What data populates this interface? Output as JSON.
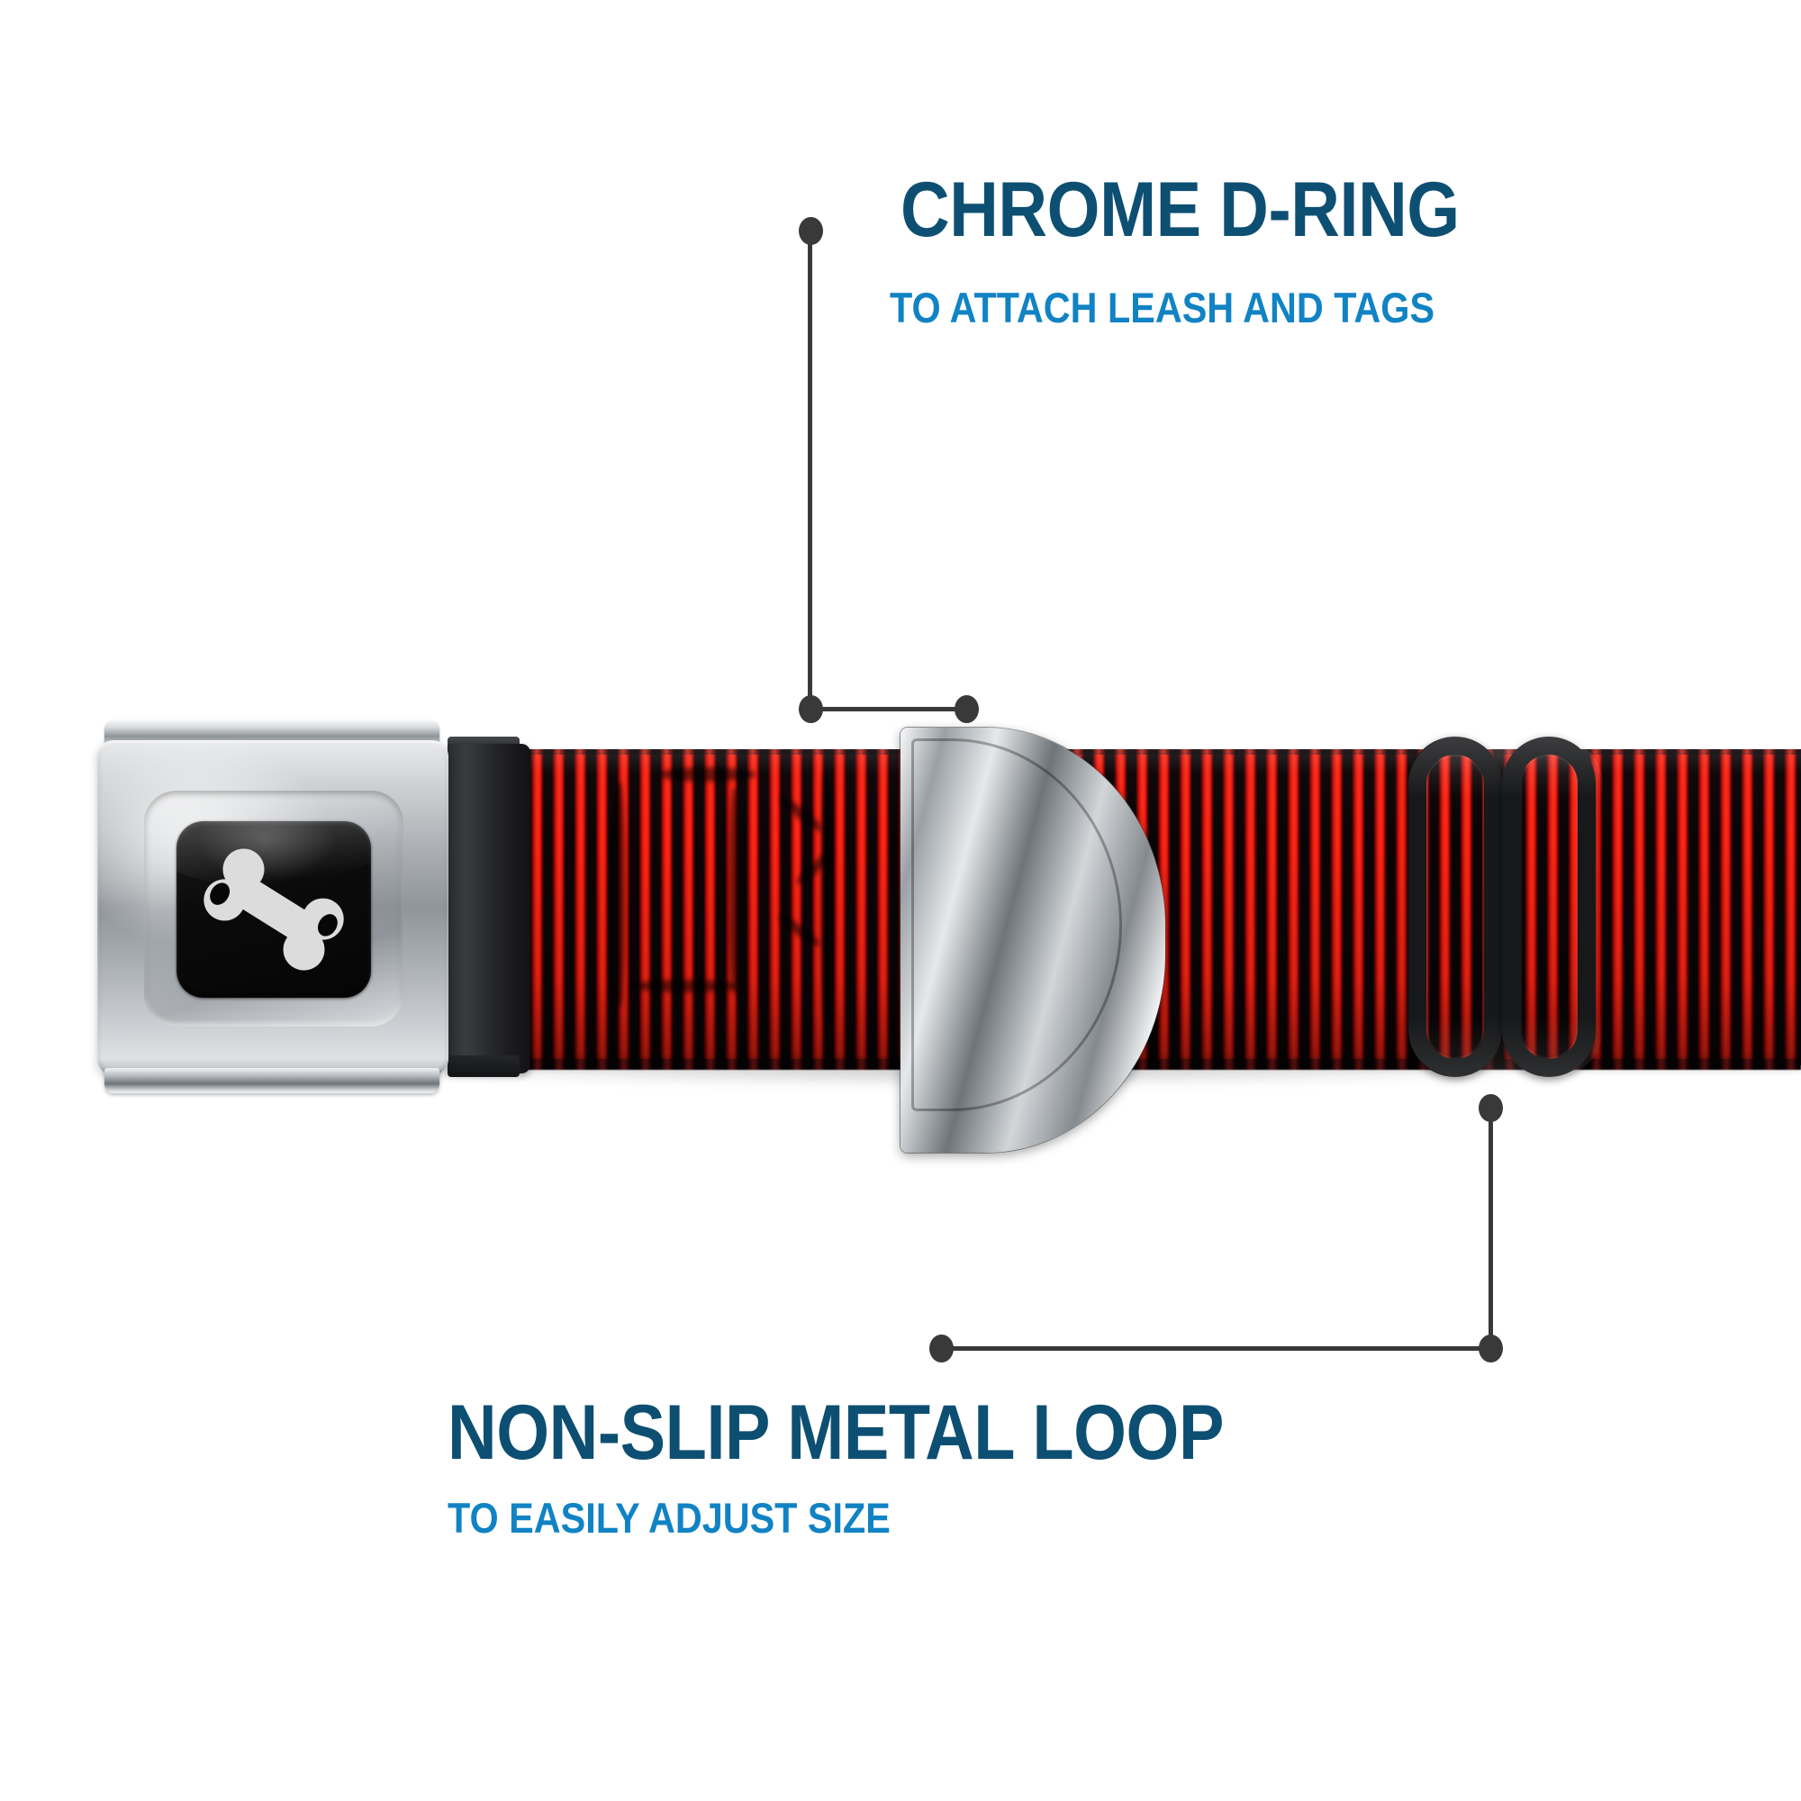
{
  "page": {
    "background_color": "#ffffff",
    "product": "dog collar feature infographic"
  },
  "theme": {
    "title_color": "#0d4f72",
    "subtitle_color": "#1183c4",
    "leader_color": "#393939",
    "webbing_red": "#ff2a14",
    "webbing_black": "#0a0405",
    "chrome_light": "#f4f5f6",
    "chrome_dark": "#6f7478",
    "plastic_black": "#17181a"
  },
  "callouts": [
    {
      "id": "chrome-d-ring",
      "title": "CHROME D-RING",
      "subtitle": "TO ATTACH LEASH AND TAGS",
      "points_to": "d-ring"
    },
    {
      "id": "non-slip-metal-loop",
      "title": "NON-SLIP METAL LOOP",
      "subtitle": "TO EASILY ADJUST SIZE",
      "points_to": "tri-glide-adjuster-loop"
    }
  ],
  "product_parts": [
    {
      "name": "seatbelt-buckle",
      "material": "chrome",
      "detail": "square release button with white dog bone logo"
    },
    {
      "name": "buckle-button",
      "material": "black gloss",
      "icon": "dog-bone-icon"
    },
    {
      "name": "strap-webbing",
      "material": "nylon",
      "pattern": "red and black vertical pinstripes"
    },
    {
      "name": "d-ring",
      "material": "chrome metal"
    },
    {
      "name": "tri-glide-loop",
      "material": "black metal",
      "detail": "double slot slider"
    }
  ]
}
